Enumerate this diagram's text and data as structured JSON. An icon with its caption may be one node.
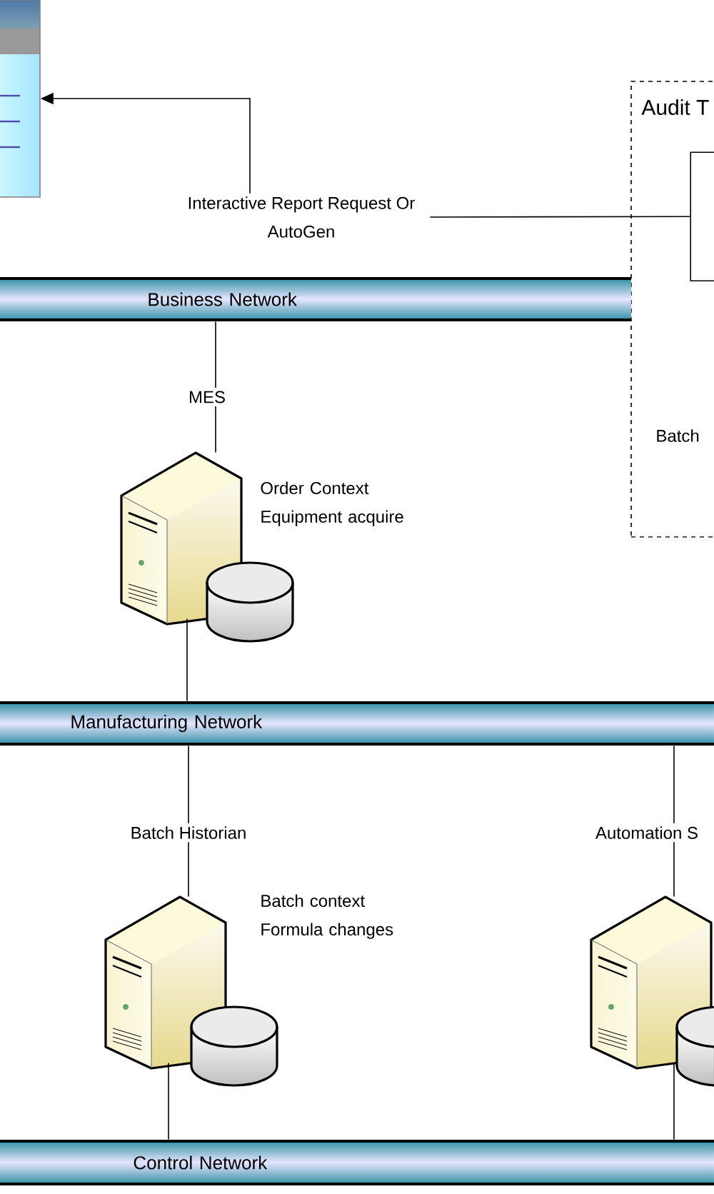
{
  "diagram": {
    "nodes": [
      {
        "text": [],
        "shape": "box"
      },
      {
        "text": [
          "Interactive Report Request Or AutoGen"
        ]
      },
      {
        "text": [
          "Audit T",
          "Batch"
        ]
      },
      {
        "text": [],
        "shape": "box",
        "in": 2
      },
      {
        "text": [
          "Business Network"
        ]
      },
      {
        "text": [
          "MES"
        ]
      },
      {
        "text": [],
        "shape": "server",
        "beside": [
          "Order Context Equipment acquire"
        ]
      },
      {
        "text": [
          "Manufacturing Network"
        ]
      },
      {
        "text": [
          "Batch Historian"
        ]
      },
      {
        "text": [
          "Automation S"
        ]
      },
      {
        "text": [],
        "shape": "server",
        "beside": [
          "Batch context Formula changes"
        ]
      },
      {
        "text": [],
        "shape": "server"
      },
      {
        "text": [
          "Control Network"
        ]
      }
    ],
    "edges": [
      {
        "from": 3,
        "to": 1,
        "arrow": "none"
      },
      {
        "from": 1,
        "to": 0,
        "arrow": "to"
      },
      {
        "from": 4,
        "to": 5,
        "arrow": "none"
      },
      {
        "from": 5,
        "to": 6,
        "arrow": "none"
      },
      {
        "from": 6,
        "to": 7,
        "arrow": "none"
      },
      {
        "from": 7,
        "to": 8,
        "arrow": "none"
      },
      {
        "from": 8,
        "to": 10,
        "arrow": "none"
      },
      {
        "from": 10,
        "to": 12,
        "arrow": "none"
      },
      {
        "from": 7,
        "to": 9,
        "arrow": "none"
      },
      {
        "from": 9,
        "to": 11,
        "arrow": "none"
      },
      {
        "from": 11,
        "to": 12,
        "arrow": "none"
      }
    ]
  }
}
